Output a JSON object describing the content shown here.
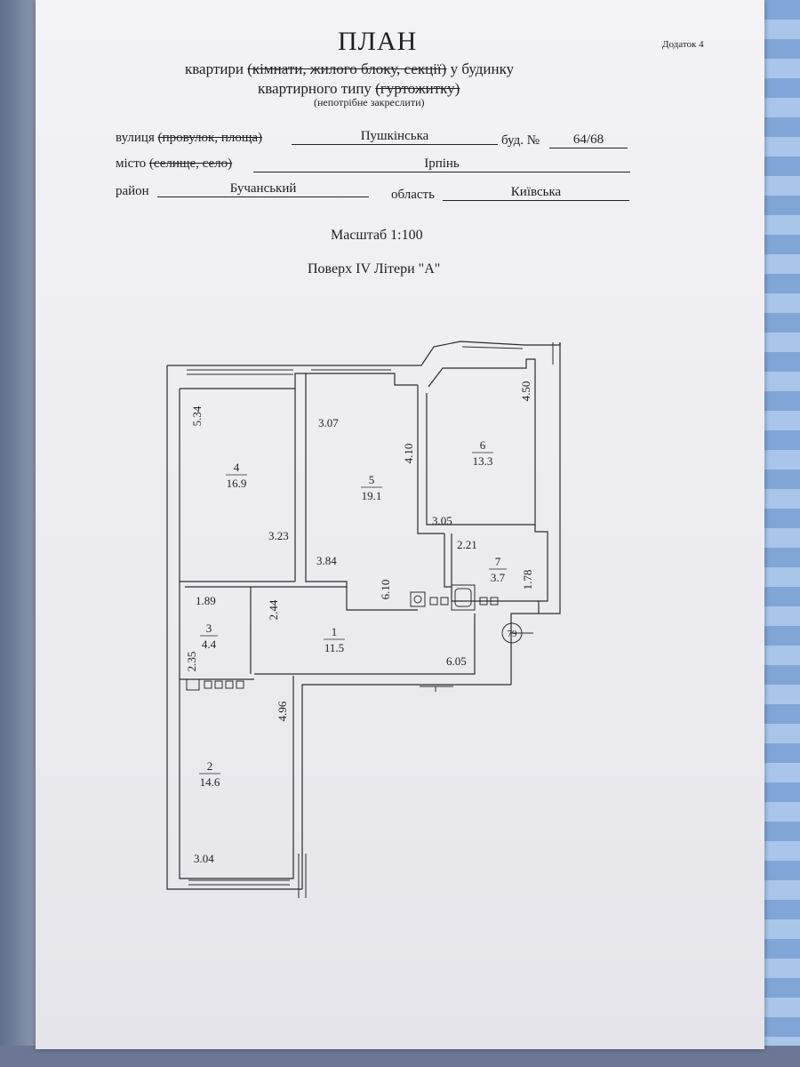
{
  "header": {
    "title": "ПЛАН",
    "appendix": "Додаток 4",
    "line1_a": "квартири ",
    "line1_strike": "(кімнати, жилого блоку, секції)",
    "line1_b": " у будинку",
    "line2_a": "квартирного типу ",
    "line2_strike": "(гуртожитку)",
    "note": "(непотрібне закреслити)"
  },
  "address": {
    "street_label": "вулиця ",
    "street_strike": "(провулок, площа)",
    "street_value": "Пушкінська",
    "building_label": "буд. №",
    "building_value": "64/68",
    "city_label": "місто ",
    "city_strike": "(селище, село)",
    "city_value": "Ірпінь",
    "district_label": "район",
    "district_value": "Бучанський",
    "region_label": "область",
    "region_value": "Київська"
  },
  "scale": "Масштаб 1:100",
  "floor": "Поверх IV Літери \"А\"",
  "plan": {
    "rooms": [
      {
        "num": "1",
        "area": "11.5"
      },
      {
        "num": "2",
        "area": "14.6"
      },
      {
        "num": "3",
        "area": "4.4"
      },
      {
        "num": "4",
        "area": "16.9"
      },
      {
        "num": "5",
        "area": "19.1"
      },
      {
        "num": "6",
        "area": "13.3"
      },
      {
        "num": "7",
        "area": "3.7"
      }
    ],
    "dimensions": [
      "5.34",
      "3.23",
      "3.07",
      "3.84",
      "4.10",
      "6.10",
      "4.50",
      "3.05",
      "2.21",
      "1.78",
      "1.89",
      "2.44",
      "2.35",
      "6.05",
      "4.96",
      "3.04"
    ],
    "apartment_number": "79"
  }
}
